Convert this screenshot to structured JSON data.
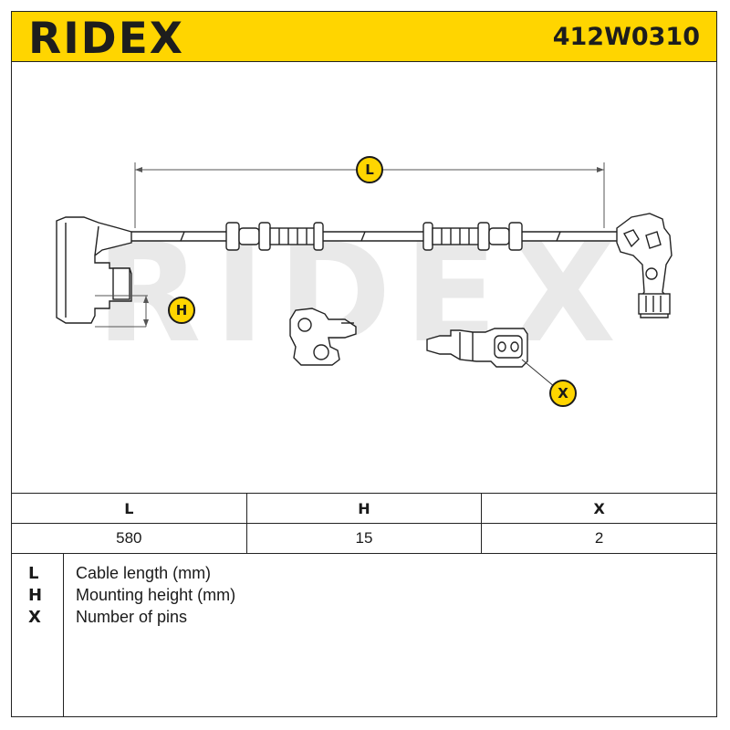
{
  "header": {
    "brand": "RIDEX",
    "part_number": "412W0310",
    "brand_color": "#ffd500"
  },
  "drawing": {
    "watermark": "RIDEX",
    "callouts": {
      "L": "L",
      "H": "H",
      "X": "X"
    }
  },
  "dimensions_table": {
    "headers": [
      "L",
      "H",
      "X"
    ],
    "values": [
      "580",
      "15",
      "2"
    ]
  },
  "legend": {
    "items": [
      {
        "symbol": "L",
        "text": "Cable length (mm)"
      },
      {
        "symbol": "H",
        "text": "Mounting height (mm)"
      },
      {
        "symbol": "X",
        "text": "Number of pins"
      }
    ]
  }
}
